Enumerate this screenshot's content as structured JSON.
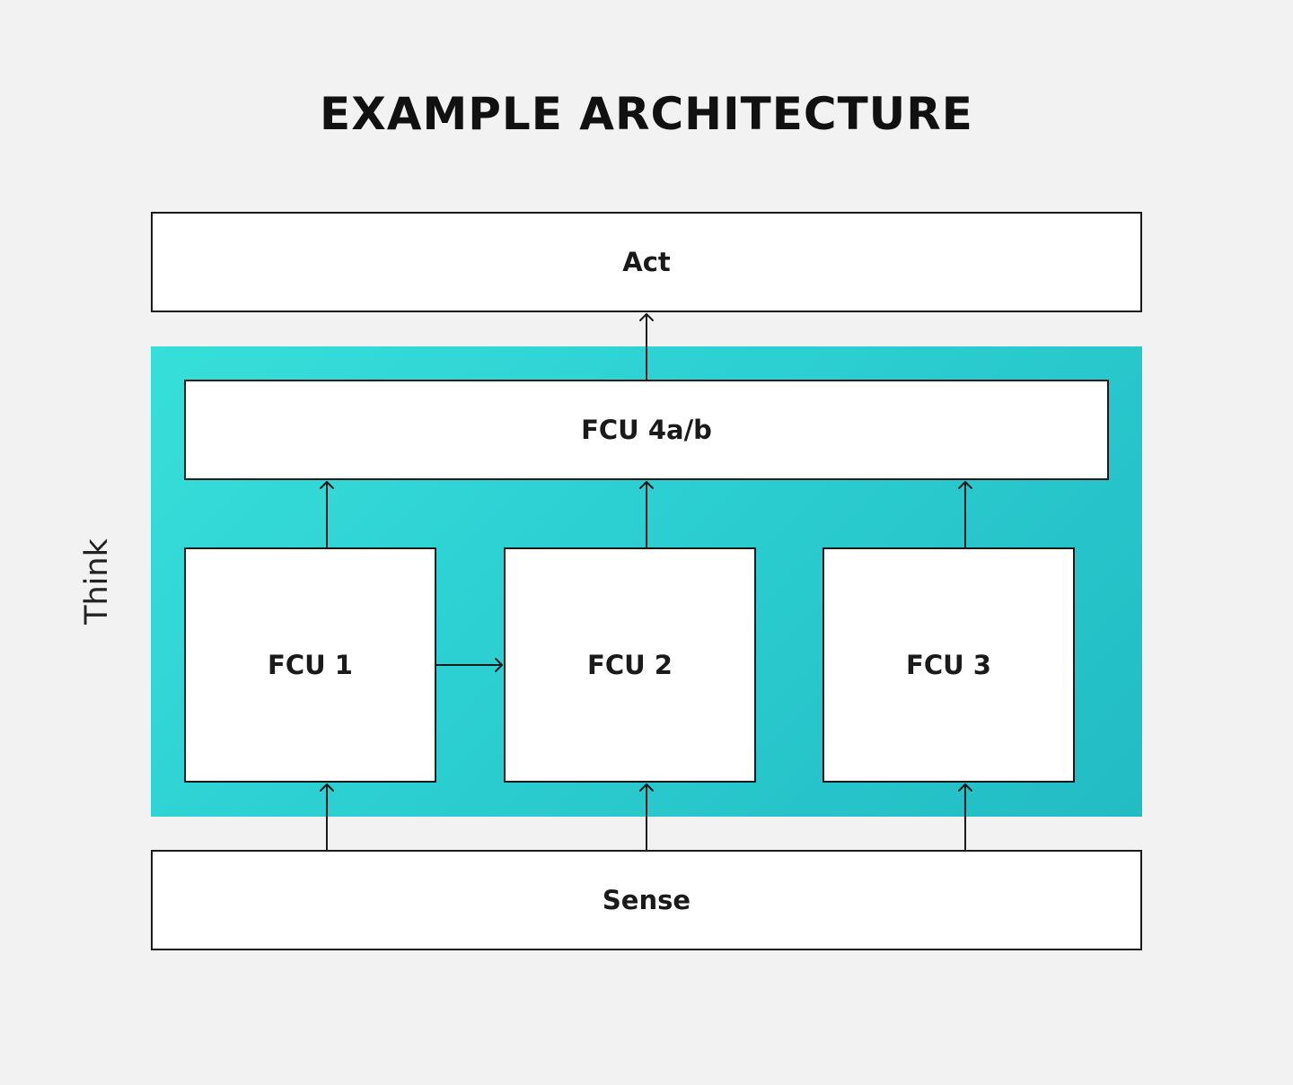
{
  "title": "EXAMPLE ARCHITECTURE",
  "side_label": "Think",
  "nodes": {
    "act": "Act",
    "fcu4": "FCU 4a/b",
    "fcu1": "FCU 1",
    "fcu2": "FCU 2",
    "fcu3": "FCU 3",
    "sense": "Sense"
  },
  "edges": [
    [
      "sense",
      "fcu1"
    ],
    [
      "sense",
      "fcu2"
    ],
    [
      "sense",
      "fcu3"
    ],
    [
      "fcu1",
      "fcu2"
    ],
    [
      "fcu1",
      "fcu4"
    ],
    [
      "fcu2",
      "fcu4"
    ],
    [
      "fcu3",
      "fcu4"
    ],
    [
      "fcu4",
      "act"
    ]
  ],
  "colors": {
    "think_region_start": "#37dfd9",
    "think_region_end": "#22bcc4",
    "box_fill": "#ffffff",
    "line": "#1a1a1a",
    "background": "#f2f2f2"
  }
}
